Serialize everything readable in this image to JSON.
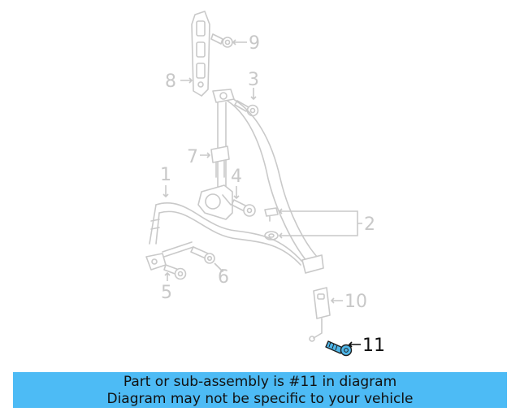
{
  "callouts": {
    "c1": "1",
    "c2": "2",
    "c3": "3",
    "c4": "4",
    "c5": "5",
    "c6": "6",
    "c7": "7",
    "c8": "8",
    "c9": "9",
    "c10": "10",
    "c11": "11"
  },
  "highlighted_part": "11",
  "banner": {
    "line1": "Part or sub-assembly is #11 in diagram",
    "line2": "Diagram may not be specific to your vehicle"
  },
  "colors": {
    "banner": "#4dbbf5",
    "highlight": "#4fb6e8",
    "inactive_lines": "#c9c9c9"
  }
}
